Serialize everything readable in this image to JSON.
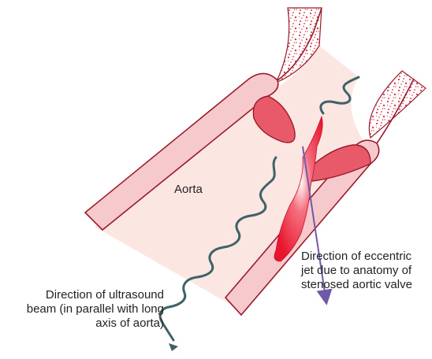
{
  "labels": {
    "aorta": "Aorta",
    "jet": [
      "Direction of eccentric",
      "jet due to anatomy of",
      "stenosed aortic valve"
    ],
    "beam": [
      "Direction of ultrasound",
      "beam (in parallel with long",
      "axis of aorta)"
    ]
  },
  "colors": {
    "wall_fill": "#f6c9cd",
    "wall_stroke": "#9b1b2a",
    "lumen": "#fbe6e2",
    "valve_tissue": "#e85a6a",
    "jet": "#e8152c",
    "jet_highlight": "#ffffff",
    "ultrasound_beam": "#3f6168",
    "jet_arrow": "#6f5aa8",
    "text": "#231f20"
  }
}
